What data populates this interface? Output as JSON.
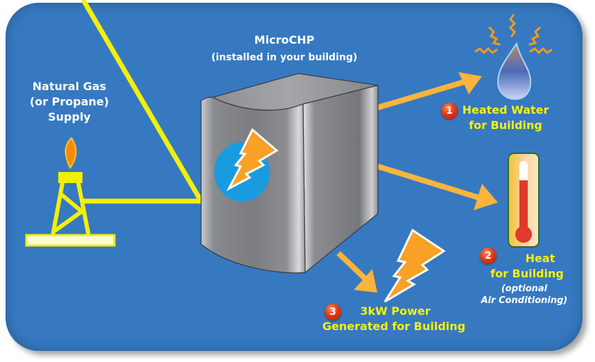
{
  "title": "MicroCHP system diagram",
  "colors": {
    "background": "#3679c1",
    "arrow": "#fbb43a",
    "pipe": "#f2ef0a",
    "label_yellow": "#f5f10e",
    "label_white": "#ffffff",
    "badge_red": "#e03a14",
    "bolt_orange": "#f9a126",
    "logo_circle": "#1a9be0",
    "unit_gray": "#7e7f83"
  },
  "source": {
    "icon": "gas-rig-icon",
    "label_lines": [
      "Natural Gas",
      "(or Propane)",
      "Supply"
    ]
  },
  "unit": {
    "icon": "microchp-unit-icon",
    "title": "MicroCHP",
    "subtitle": "(installed in your building)"
  },
  "outputs": [
    {
      "number": "1",
      "icon": "water-drop-icon",
      "label_lines": [
        "Heated Water",
        "for Building"
      ]
    },
    {
      "number": "2",
      "icon": "thermometer-icon",
      "label_lines": [
        "Heat",
        "for Building"
      ],
      "note_lines": [
        "(optional",
        "Air Conditioning)"
      ]
    },
    {
      "number": "3",
      "icon": "lightning-bolt-icon",
      "label_lines": [
        "3kW Power",
        "Generated for Building"
      ]
    }
  ]
}
